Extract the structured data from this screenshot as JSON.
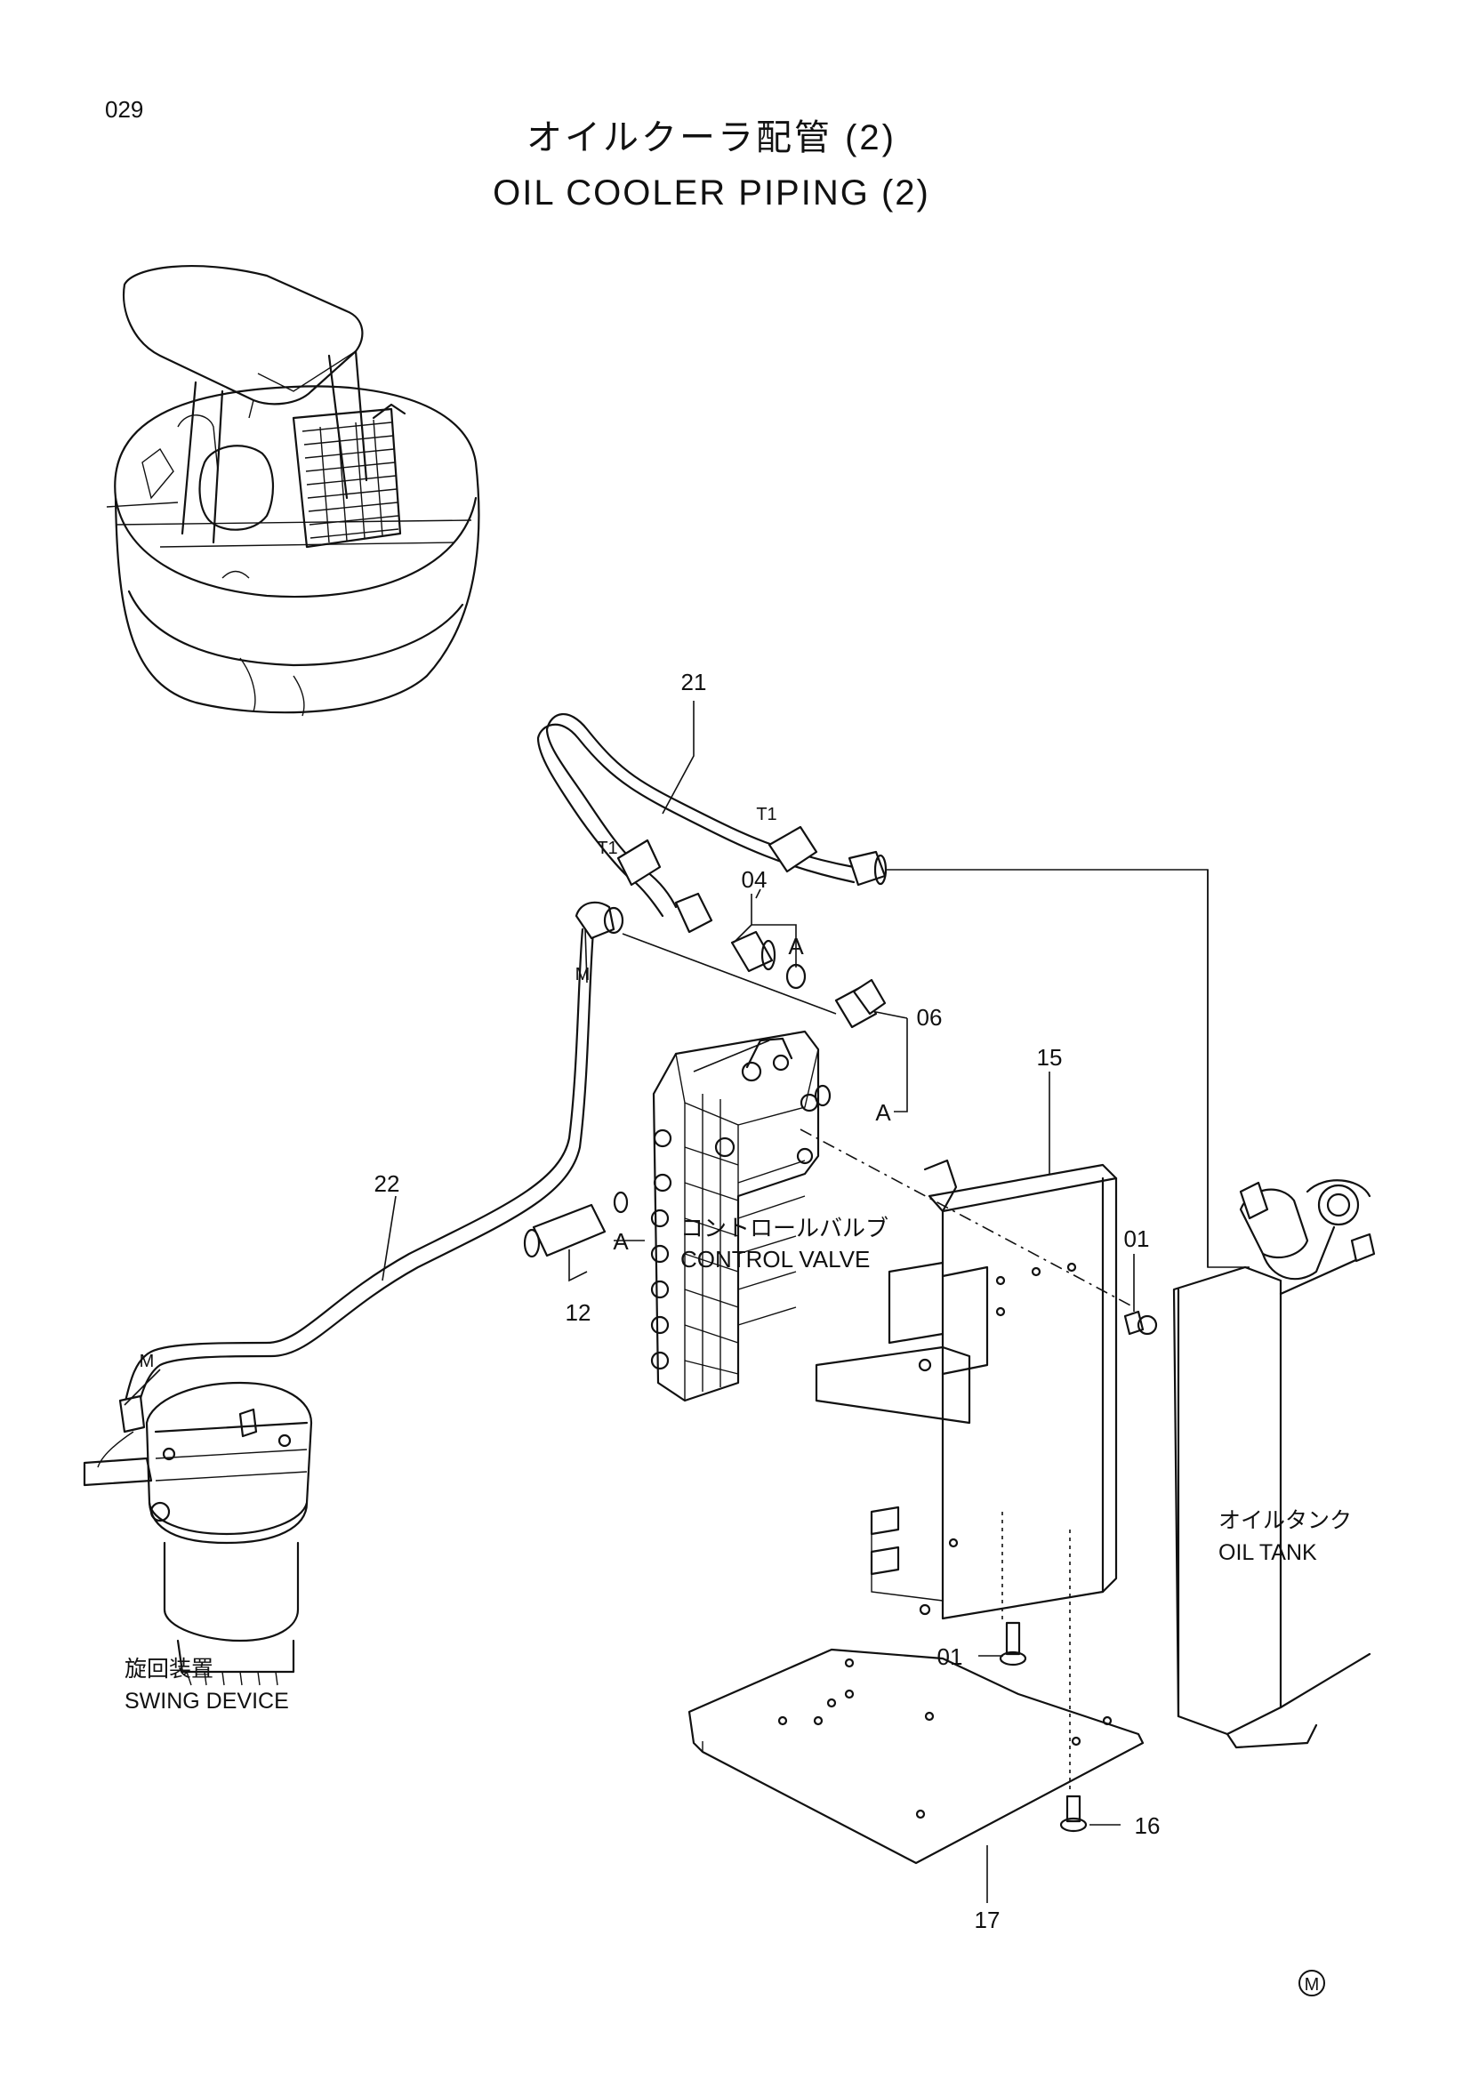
{
  "page_number": "029",
  "title_jp": "オイルクーラ配管 (2)",
  "title_en": "OIL COOLER PIPING (2)",
  "part_labels": {
    "p21": "21",
    "p04": "04",
    "p06": "06",
    "p15": "15",
    "p22": "22",
    "p12": "12",
    "p01a": "01",
    "p01b": "01",
    "p16": "16",
    "p17": "17"
  },
  "callouts": {
    "t1_upper": "T1",
    "t1_lower": "T1",
    "m_upper": "M",
    "m_lower": "M",
    "a1": "A",
    "a2": "A",
    "a3": "A"
  },
  "components": {
    "control_valve_jp": "コントロールバルブ",
    "control_valve_en": "CONTROL VALVE",
    "oil_tank_jp": "オイルタンク",
    "oil_tank_en": "OIL TANK",
    "swing_device_jp": "旋回装置",
    "swing_device_en": "SWING DEVICE"
  },
  "mark": "M"
}
